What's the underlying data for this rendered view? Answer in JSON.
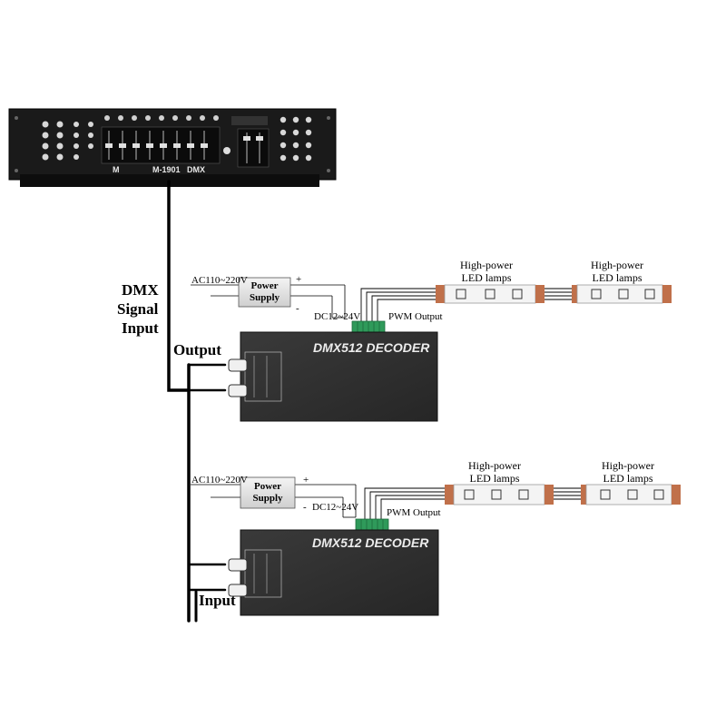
{
  "console": {
    "brand": "M",
    "model": "M-1901",
    "mode": "DMX"
  },
  "labels": {
    "dmx_signal_input": [
      "DMX",
      "Signal",
      "Input"
    ],
    "output": "Output",
    "input": "Input"
  },
  "units": [
    {
      "ac_input": "AC110~220V",
      "power_supply": [
        "Power",
        "Supply"
      ],
      "plus": "+",
      "minus": "-",
      "dc_output": "DC12~24V",
      "pwm_output": "PWM Output",
      "decoder_title": "DMX512 DECODER",
      "lamps": [
        [
          "High-power",
          "LED lamps"
        ],
        [
          "High-power",
          "LED lamps"
        ]
      ]
    },
    {
      "ac_input": "AC110~220V",
      "power_supply": [
        "Power",
        "Supply"
      ],
      "plus": "+",
      "minus": "-",
      "dc_output": "DC12~24V",
      "pwm_output": "PWM Output",
      "decoder_title": "DMX512 DECODER",
      "lamps": [
        [
          "High-power",
          "LED lamps"
        ],
        [
          "High-power",
          "LED lamps"
        ]
      ]
    }
  ],
  "colors": {
    "decoder_body": "#2f2f2f",
    "console_body": "#151515",
    "terminal_green": "#2f9a5a",
    "strip_plug": "#c0704a",
    "wire": "#000000"
  }
}
